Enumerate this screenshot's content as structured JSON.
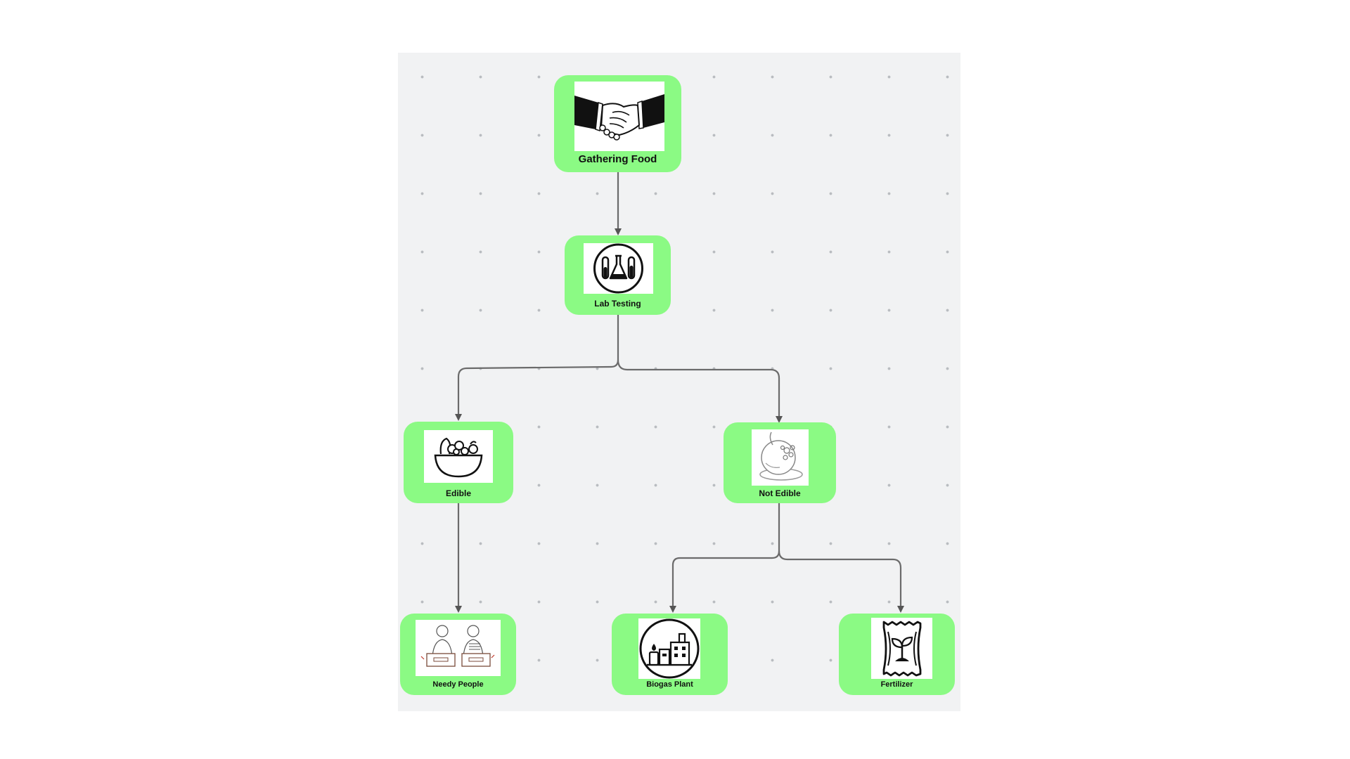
{
  "diagram": {
    "nodes": [
      {
        "id": "gathering",
        "label": "Gathering Food",
        "icon": "handshake-icon"
      },
      {
        "id": "lab",
        "label": "Lab Testing",
        "icon": "lab-flask-icon"
      },
      {
        "id": "edible",
        "label": "Edible",
        "icon": "fruit-bowl-icon"
      },
      {
        "id": "not_edible",
        "label": "Not Edible",
        "icon": "rotten-food-icon"
      },
      {
        "id": "needy",
        "label": "Needy People",
        "icon": "people-with-boxes-icon"
      },
      {
        "id": "biogas",
        "label": "Biogas Plant",
        "icon": "factory-icon"
      },
      {
        "id": "fertilizer",
        "label": "Fertilizer",
        "icon": "fertilizer-bag-icon"
      }
    ],
    "edges": [
      {
        "from": "gathering",
        "to": "lab"
      },
      {
        "from": "lab",
        "to": "edible"
      },
      {
        "from": "lab",
        "to": "not_edible"
      },
      {
        "from": "edible",
        "to": "needy"
      },
      {
        "from": "not_edible",
        "to": "biogas"
      },
      {
        "from": "not_edible",
        "to": "fertilizer"
      }
    ],
    "colors": {
      "node_fill": "#8bfa84",
      "canvas": "#f1f2f3",
      "connector": "#6b6b6b"
    }
  }
}
